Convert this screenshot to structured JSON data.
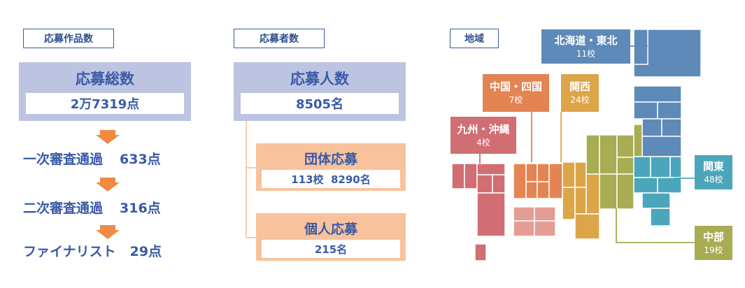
{
  "left": {
    "tag": "応募作品数",
    "total_title": "応募総数",
    "total_value": "2万7319点",
    "steps": [
      {
        "label": "一次審査通過",
        "value": "633点"
      },
      {
        "label": "二次審査通過",
        "value": "316点"
      },
      {
        "label": "ファイナリスト",
        "value": "29点"
      }
    ]
  },
  "middle": {
    "tag": "応募者数",
    "total_title": "応募人数",
    "total_value": "8505名",
    "group_title": "団体応募",
    "group_value": "113校  8290名",
    "individual_title": "個人応募",
    "individual_value": "215名"
  },
  "right": {
    "tag": "地域",
    "regions": [
      {
        "name": "北海道・東北",
        "count": "11校",
        "color": "#5d8ab8"
      },
      {
        "name": "中国・四国",
        "count": "7校",
        "color": "#e48453"
      },
      {
        "name": "関西",
        "count": "24校",
        "color": "#dca548"
      },
      {
        "name": "九州・沖縄",
        "count": "4校",
        "color": "#d06e73"
      },
      {
        "name": "関東",
        "count": "48校",
        "color": "#4ba6bc"
      },
      {
        "name": "中部",
        "count": "19校",
        "color": "#a8ac52"
      }
    ]
  }
}
